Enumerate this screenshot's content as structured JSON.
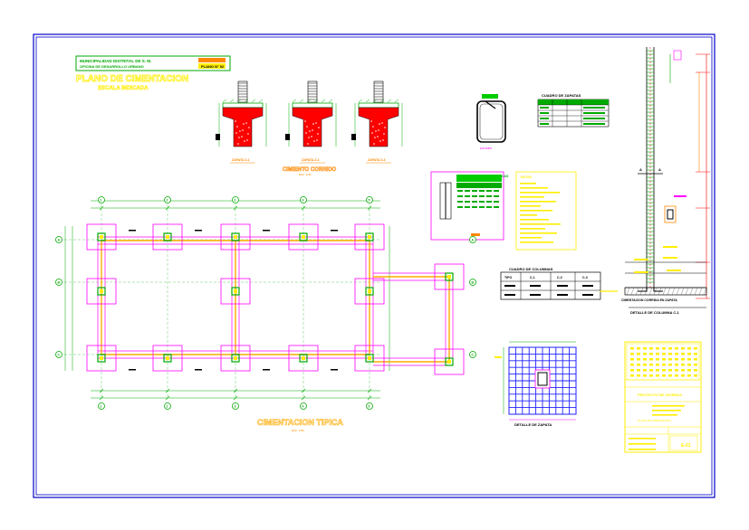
{
  "title_block": {
    "line1": "MUNICIPALIDAD DISTRITAL DE S. M.",
    "line2": "OFICINA DE DESARROLLO URBANO",
    "sheet_code": "PLANO N° 02",
    "main_title": "PLANO DE CIMENTACION",
    "subtitle": "ESCALA INDICADA"
  },
  "footings": {
    "labels": [
      "ZAPATA Z-1",
      "ZAPATA Z-2",
      "ZAPATA Z-3"
    ],
    "section_title": "CIMIENTO CORRIDO",
    "section_sub": "ESC. 1/25"
  },
  "plan": {
    "title": "CIMENTACION TIPICA",
    "subtitle": "ESC. 1/50",
    "col_axes": [
      "1",
      "2",
      "3",
      "4",
      "5"
    ],
    "row_axes": [
      "A",
      "B",
      "C"
    ],
    "right_axes": [
      "A",
      "B",
      "C"
    ]
  },
  "tables": {
    "columns_title": "CUADRO DE COLUMNAS",
    "columns_head": [
      "TIPO",
      "C-1",
      "C-2",
      "C-3"
    ],
    "specs_title": "ESPECIFICACIONES TECNICAS",
    "footing_table_title": "CUADRO DE ZAPATAS",
    "note_title": "NOTAS"
  },
  "details": {
    "mesh_title": "DETALLE DE ZAPATA",
    "column_title": "DETALLE DE COLUMNA C-1",
    "column_base": "CIMENTACION CORRIDA EN ZAPATA",
    "stirrup_label": "ESTRIBO"
  },
  "cartouche": {
    "project": "PROYECTO DE VIVIENDA",
    "drawing": "PLANO DE CIMENTACION",
    "sheet": "E-01"
  },
  "colors": {
    "border": "#0000cc",
    "green": "#00aa00",
    "yellow": "#ffee00",
    "magenta": "#ff00ff",
    "red": "#ff0000",
    "cyan": "#00cccc",
    "orange": "#ff8800",
    "blue": "#2222ff"
  }
}
